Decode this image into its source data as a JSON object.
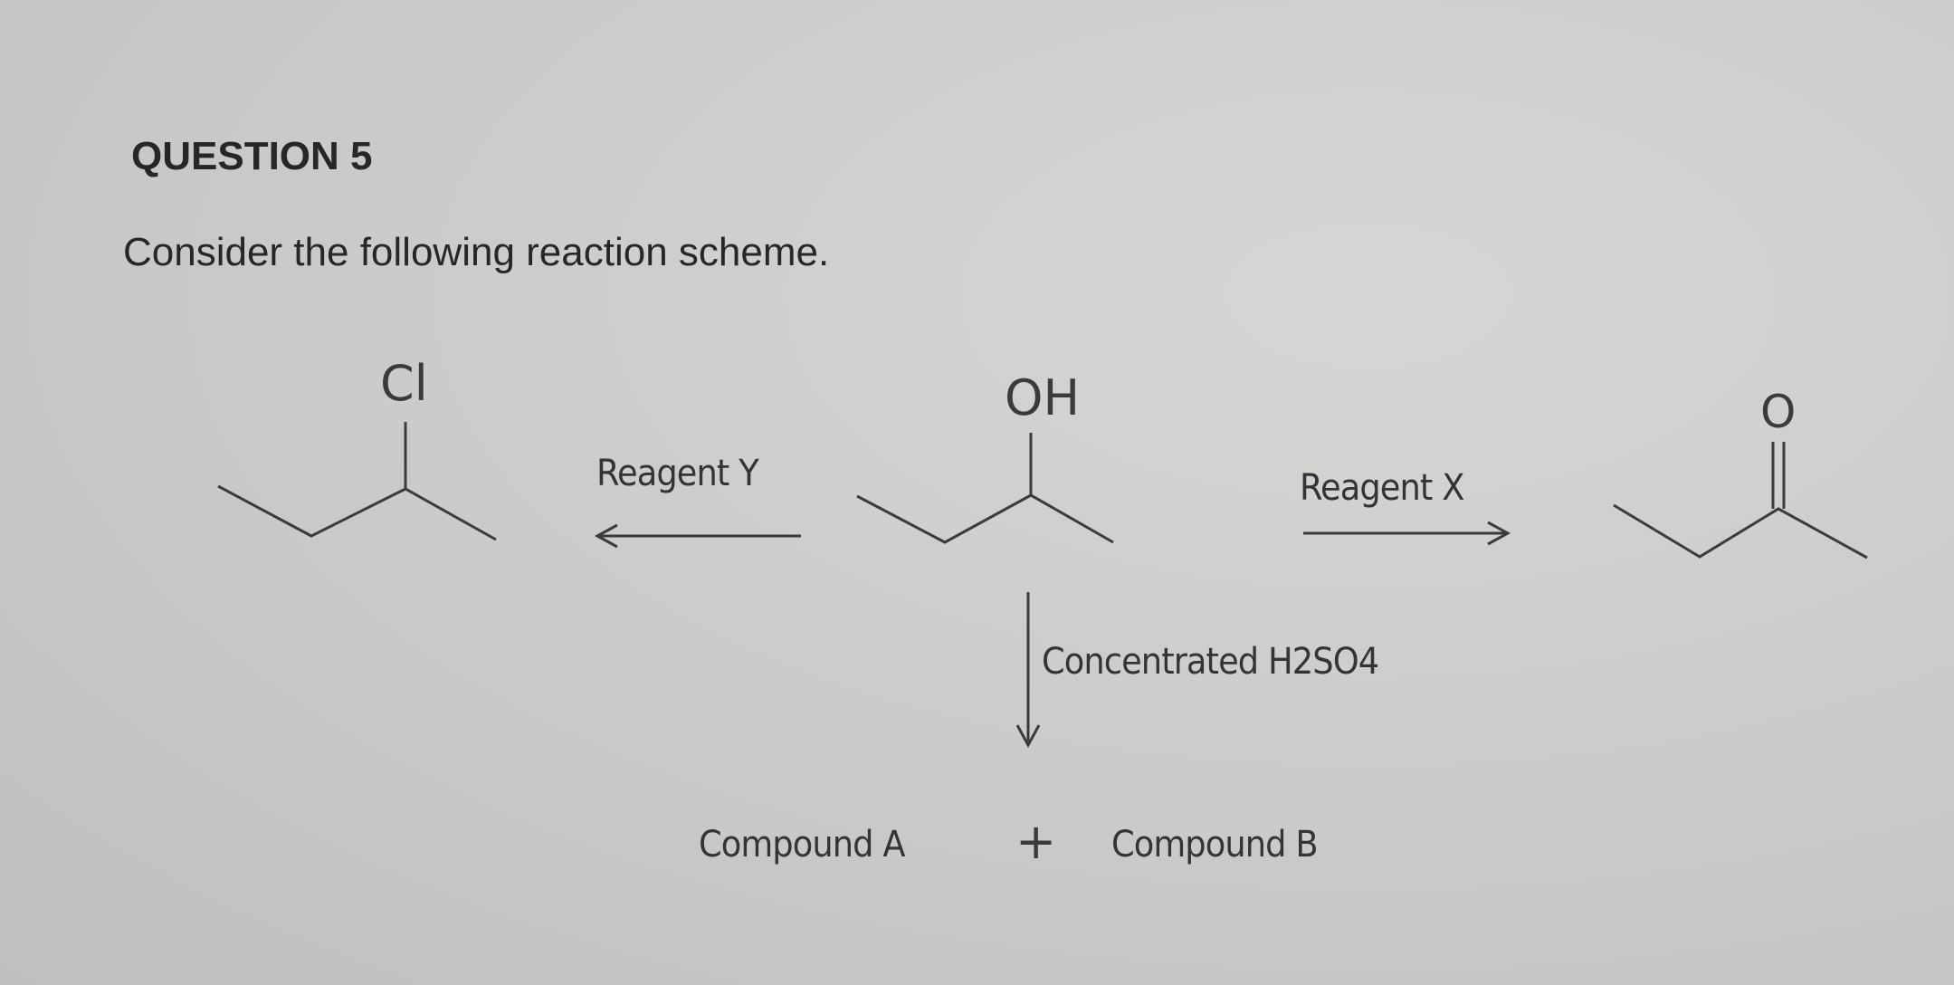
{
  "question": {
    "title": "QUESTION 5",
    "intro": "Consider the following reaction scheme."
  },
  "scheme": {
    "chloride": {
      "atom_label": "Cl"
    },
    "alcohol": {
      "atom_label": "OH"
    },
    "ketone": {
      "atom_label": "O"
    },
    "reagent_y": "Reagent Y",
    "reagent_x": "Reagent X",
    "dehydration_reagent": "Concentrated H2SO4",
    "product_a": "Compound A",
    "plus": "+",
    "product_b": "Compound B"
  }
}
